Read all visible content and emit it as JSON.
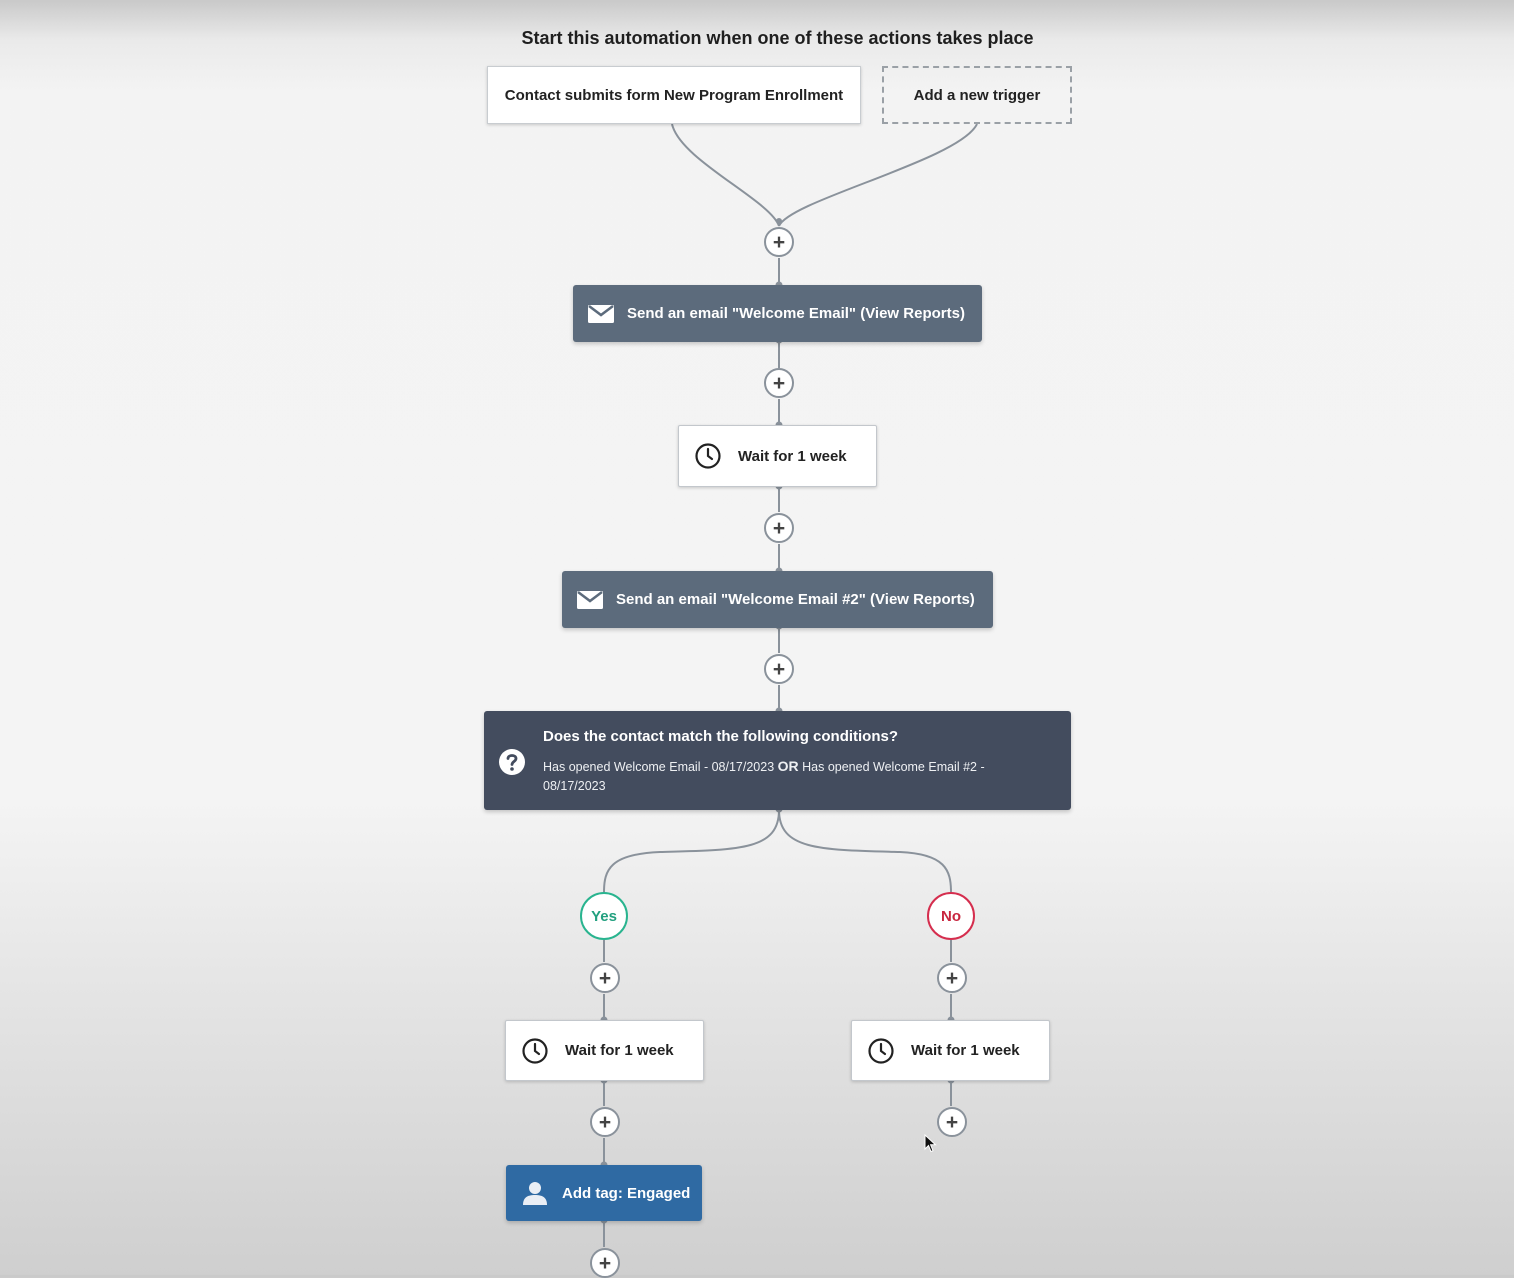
{
  "heading": "Start this automation when one of these actions takes place",
  "triggers": [
    {
      "label": "Contact submits form New Program Enrollment"
    },
    {
      "label": "Add a new trigger"
    }
  ],
  "steps": {
    "email1": "Send an email \"Welcome Email\" (View Reports)",
    "wait1": "Wait for 1 week",
    "email2": "Send an email \"Welcome Email #2\" (View Reports)",
    "condition": {
      "title": "Does the contact match the following conditions?",
      "clause1": "Has opened Welcome Email - 08/17/2023",
      "operator": "OR",
      "clause2": "Has opened Welcome Email #2 - 08/17/2023"
    },
    "yes_label": "Yes",
    "no_label": "No",
    "yes_wait": "Wait for 1 week",
    "no_wait": "Wait for 1 week",
    "tag": "Add tag: Engaged"
  },
  "add_step_symbol": "+",
  "icons": {
    "email": "envelope-icon",
    "wait": "clock-icon",
    "condition": "question-icon",
    "tag": "user-icon"
  },
  "colors": {
    "email_box": "#5c6b7c",
    "condition_box": "#434c5e",
    "tag_box": "#2f6aa3",
    "yes": "#29b48f",
    "no": "#d52e4e",
    "connector": "#8a929b"
  }
}
